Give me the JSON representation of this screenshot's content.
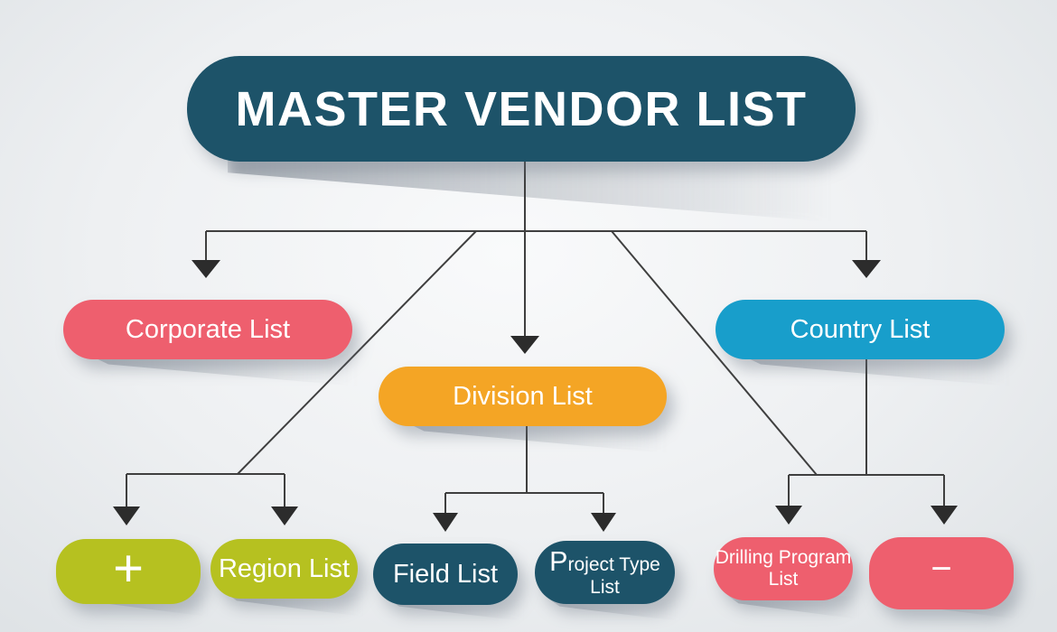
{
  "title": {
    "label": "MASTER VENDOR LIST"
  },
  "nodes": {
    "corporate": {
      "label": "Corporate List",
      "color": "#ee5f6e"
    },
    "division": {
      "label": "Division List",
      "color": "#f4a525"
    },
    "country": {
      "label": "Country List",
      "color": "#189ecb"
    },
    "add": {
      "label": "+",
      "color": "#b6c120"
    },
    "region": {
      "label": "Region List",
      "color": "#b6c120"
    },
    "field": {
      "label": "Field List",
      "color": "#1d5369"
    },
    "project_type": {
      "line1": "Project Type",
      "line2": "List",
      "color": "#1d5369"
    },
    "drilling_program": {
      "line1": "Drilling Program",
      "line2": "List",
      "color": "#ee5f6e"
    },
    "remove": {
      "label": "−",
      "color": "#ee5f6e"
    }
  },
  "colors": {
    "title_bg": "#1d5369",
    "node_text": "#ffffff",
    "connector": "#3f3f3f",
    "arrowhead": "#2c2c2c",
    "background_center": "#f9fafb",
    "background_edge": "#dfe3e6"
  }
}
